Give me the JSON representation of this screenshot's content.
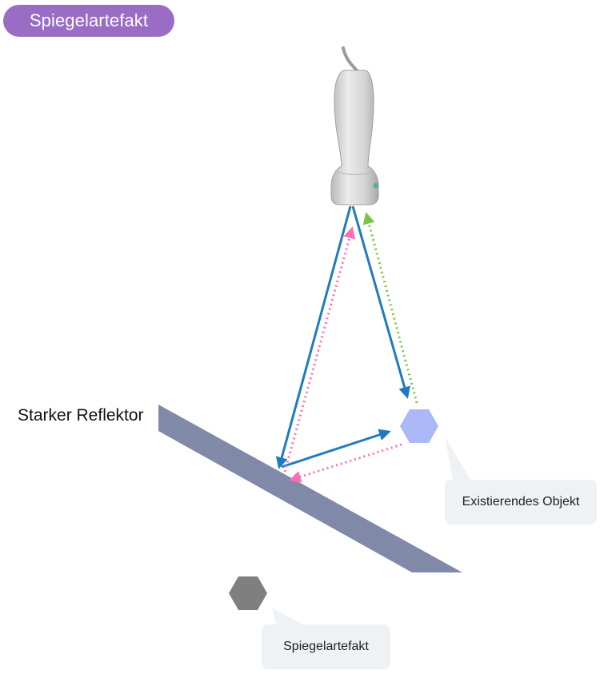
{
  "header": {
    "title": "Spiegelartefakt"
  },
  "labels": {
    "reflector": "Starker Reflektor",
    "real_object": "Existierendes Objekt",
    "mirror_artifact": "Spiegelartefakt"
  },
  "colors": {
    "title_pill": "#9a6cc4",
    "reflector": "#8089a8",
    "beam_primary": "#1f7bbf",
    "echo_mirror": "#ff6eb4",
    "echo_direct": "#7cc443",
    "object_real": "#aab8f8",
    "object_artifact": "#7f7f7f",
    "callout_bg": "#eef2f4",
    "probe_body": "#d8d8d8"
  },
  "icons": {
    "probe": "ultrasound-probe-icon",
    "real_object": "hexagon-icon",
    "artifact_object": "hexagon-icon"
  }
}
